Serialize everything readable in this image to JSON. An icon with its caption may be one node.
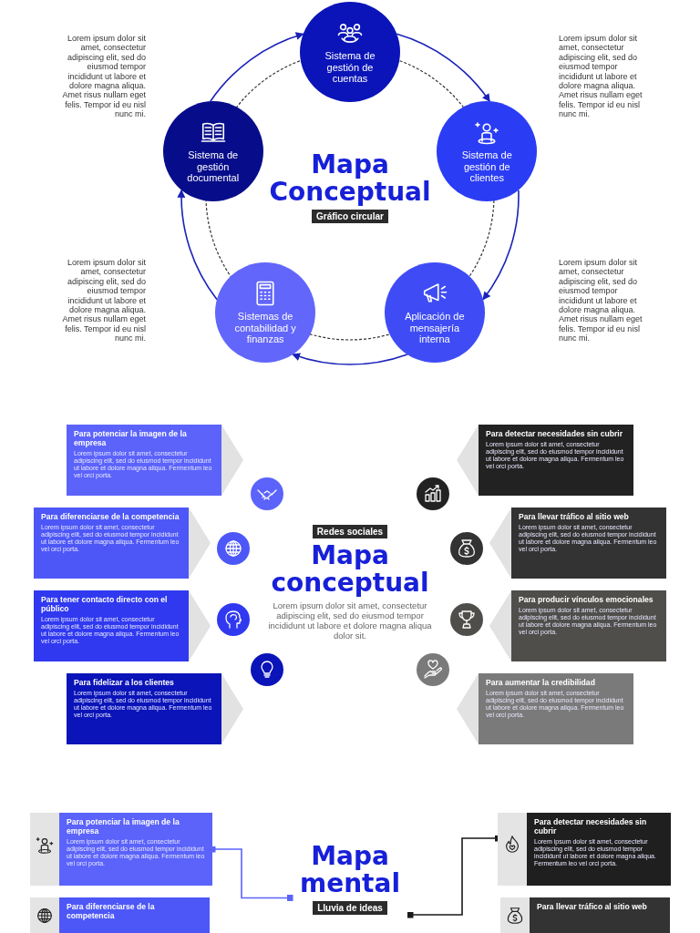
{
  "diagram": {
    "nodes": [
      {
        "text": [
          "Sistema de gestión de cuentas"
        ]
      },
      {
        "text": [
          "Sistema de gestión de clientes"
        ]
      },
      {
        "text": [
          "Aplicación de mensajería interna"
        ]
      },
      {
        "text": [
          "Sistemas de contabilidad y finanzas"
        ]
      },
      {
        "text": [
          "Sistema de gestión documental"
        ]
      },
      {
        "text": [
          "Para potenciar la imagen de la empresa",
          "Lorem ipsum dolor sit amet, consectetur adipiscing elit, sed do eiusmod tempor incididunt ut labore et dolore magna aliqua. Fermentum leo vel orci porta."
        ]
      },
      {
        "text": [
          "Para diferenciarse de la competencia",
          "Lorem ipsum dolor sit amet, consectetur adipiscing elit, sed do eiusmod tempor incididunt ut labore et dolore magna aliqua. Fermentum leo vel orci porta."
        ]
      },
      {
        "text": [
          "Para tener contacto directo con el público",
          "Lorem ipsum dolor sit amet, consectetur adipiscing elit, sed do eiusmod tempor incididunt ut labore et dolore magna aliqua. Fermentum leo vel orci porta."
        ]
      },
      {
        "text": [
          "Para fidelizar a los clientes",
          "Lorem ipsum dolor sit amet, consectetur adipiscing elit, sed do eiusmod tempor incididunt ut labore et dolore magna aliqua. Fermentum leo vel orci porta."
        ]
      },
      {
        "text": [
          "Para detectar necesidades sin cubrir",
          "Lorem ipsum dolor sit amet, consectetur adipiscing elit, sed do eiusmod tempor incididunt ut labore et dolore magna aliqua. Fermentum leo vel orci porta."
        ]
      },
      {
        "text": [
          "Para llevar tráfico al sitio web",
          "Lorem ipsum dolor sit amet, consectetur adipiscing elit, sed do eiusmod tempor incididunt ut labore et dolore magna aliqua. Fermentum leo vel orci porta."
        ]
      },
      {
        "text": [
          "Para producir vínculos emocionales",
          "Lorem ipsum dolor sit amet, consectetur adipiscing elit, sed do eiusmod tempor incididunt ut labore et dolore magna aliqua. Fermentum leo vel orci porta."
        ]
      },
      {
        "text": [
          "Para aumentar la credibilidad",
          "Lorem ipsum dolor sit amet, consectetur adipiscing elit, sed do eiusmod tempor incididunt ut labore et dolore magna aliqua. Fermentum leo vel orci porta."
        ]
      },
      {
        "text": [
          "Para potenciar la imagen de la empresa",
          "Lorem ipsum dolor sit amet, consectetur adipiscing elit, sed do eiusmod tempor incididunt ut labore et dolore magna aliqua. Fermentum leo vel orci porta."
        ]
      },
      {
        "text": [
          "Para detectar necesidades sin cubrir",
          "Lorem ipsum dolor sit amet, consectetur adipiscing elit, sed do eiusmod tempor incididunt ut labore et dolore magna aliqua. Fermentum leo vel orci porta."
        ]
      },
      {
        "text": [
          "Mapa mental",
          "Lluvia de ideas"
        ]
      },
      {
        "text": [
          "Para diferenciarse de la competencia"
        ]
      },
      {
        "text": [
          "Para llevar tráfico al sitio web"
        ]
      },
      {
        "text": [
          "Mapa Conceptual",
          "Gráfico circular"
        ]
      },
      {
        "text": [
          "Redes sociales",
          "Mapa conceptual",
          "Lorem ipsum dolor sit amet, consectetur adipiscing elit, sed do eiusmod tempor incididunt ut labore et dolore magna aliqua dolor sit."
        ]
      }
    ],
    "edges": [
      {
        "from": 0,
        "to": 1,
        "arrow": "to"
      },
      {
        "from": 1,
        "to": 2,
        "arrow": "to"
      },
      {
        "from": 2,
        "to": 3,
        "arrow": "to"
      },
      {
        "from": 3,
        "to": 4,
        "arrow": "to"
      },
      {
        "from": 4,
        "to": 0,
        "arrow": "to"
      },
      {
        "from": 13,
        "to": 15,
        "arrow": "other",
        "color": "#5b63fb"
      },
      {
        "from": 14,
        "to": 15,
        "arrow": "other",
        "color": "#1a1a1a"
      }
    ],
    "labels": [
      "Lorem ipsum dolor sit amet, consectetur adipiscing elit, sed do eiusmod tempor incididunt ut labore et dolore magna aliqua. Amet risus nullam eget felis. Tempor id eu nisl nunc mi.",
      "Lorem ipsum dolor sit amet, consectetur adipiscing elit, sed do eiusmod tempor incididunt ut labore et dolore magna aliqua. Amet risus nullam eget felis. Tempor id eu nisl nunc mi.",
      "Lorem ipsum dolor sit amet, consectetur adipiscing elit, sed do eiusmod tempor incididunt ut labore et dolore magna aliqua. Amet risus nullam eget felis. Tempor id eu nisl nunc mi.",
      "Lorem ipsum dolor sit amet, consectetur adipiscing elit, sed do eiusmod tempor incididunt ut labore et dolore magna aliqua. Amet risus nullam eget felis. Tempor id eu nisl nunc mi."
    ]
  }
}
